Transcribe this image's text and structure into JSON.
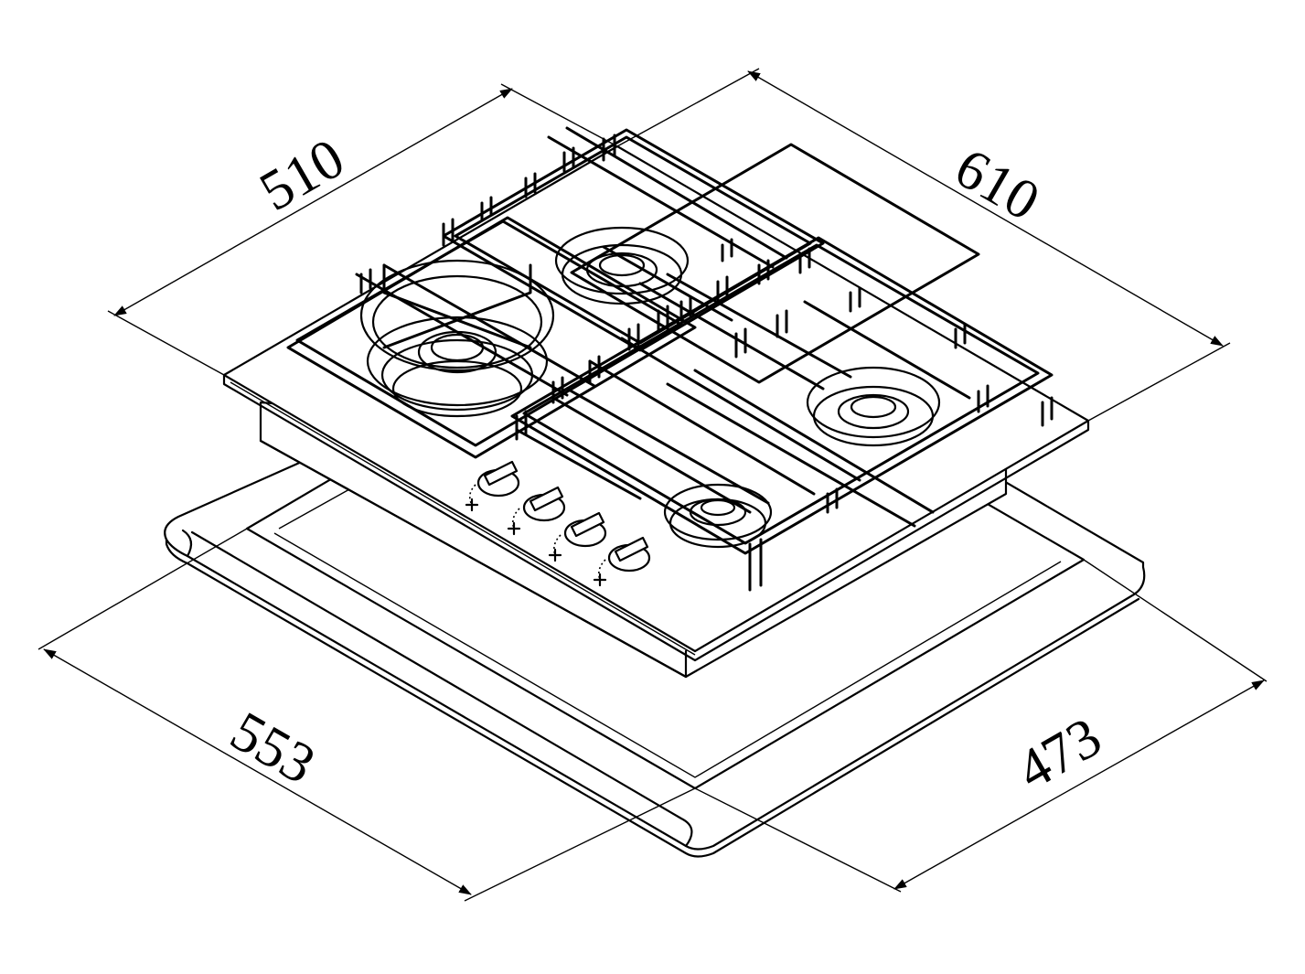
{
  "dimensions": {
    "top_left_width": "510",
    "top_right_depth": "610",
    "cutout_left": "553",
    "cutout_right": "473"
  },
  "colors": {
    "line": "#000000",
    "background": "#ffffff"
  }
}
